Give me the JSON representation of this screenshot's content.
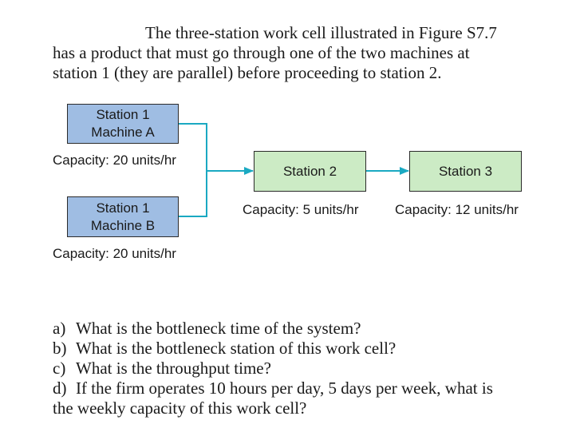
{
  "problem": {
    "intro_lines": [
      "The three-station work cell illustrated in Figure S7.7",
      "has a product that must go through one of the two machines at",
      "station 1 (they are parallel) before proceeding to station 2."
    ]
  },
  "diagram": {
    "machine_a": {
      "line1": "Station 1",
      "line2": "Machine A",
      "capacity": "Capacity: 20 units/hr"
    },
    "machine_b": {
      "line1": "Station 1",
      "line2": "Machine B",
      "capacity": "Capacity: 20 units/hr"
    },
    "station2": {
      "label": "Station 2",
      "capacity": "Capacity: 5 units/hr"
    },
    "station3": {
      "label": "Station 3",
      "capacity": "Capacity: 12 units/hr"
    },
    "colors": {
      "station1_fill": "#9fbde3",
      "station_fill": "#ccebc5",
      "connector": "#1aa9c2"
    }
  },
  "questions": [
    {
      "label": "a)",
      "text": "What is the bottleneck time of the system?"
    },
    {
      "label": "b)",
      "text": "What is the bottleneck station of this work cell?"
    },
    {
      "label": "c)",
      "text": "What is the throughput time?"
    },
    {
      "label": "d)",
      "text": "If the firm operates 10 hours per day, 5 days per week, what is",
      "continuation": "the weekly capacity of this work cell?"
    }
  ]
}
